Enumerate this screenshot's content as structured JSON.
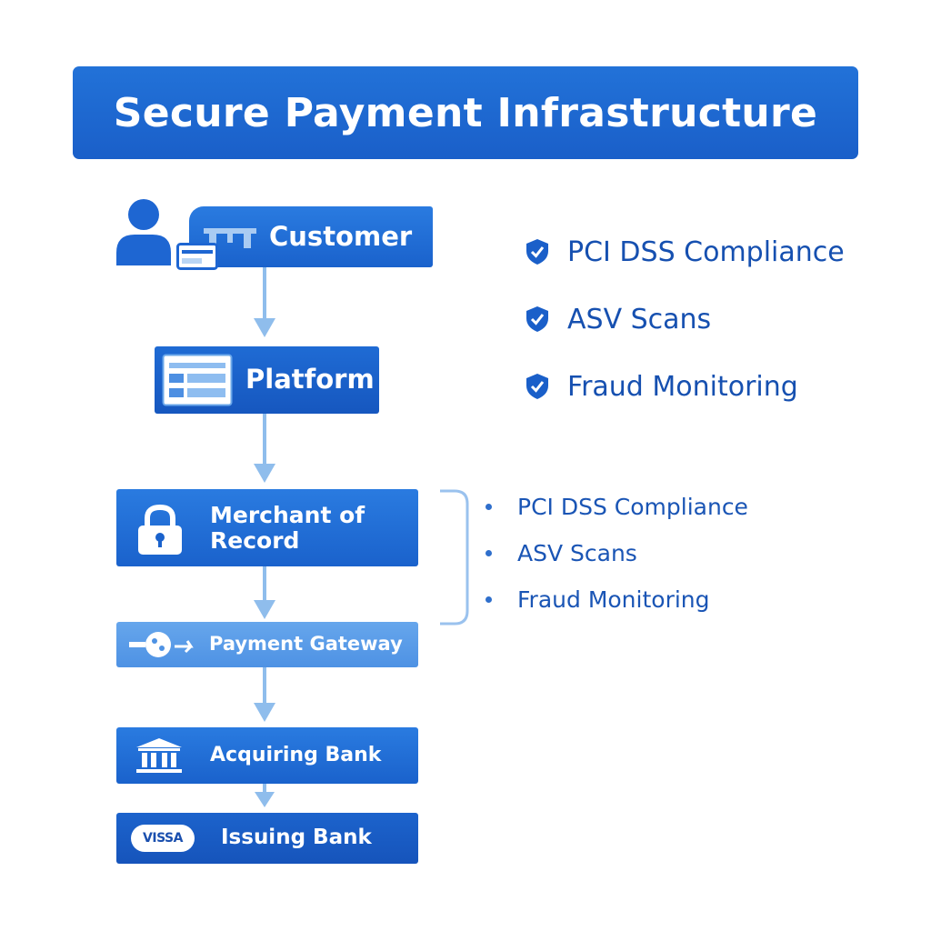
{
  "title": "Secure Payment Infrastructure",
  "nodes": {
    "customer": "Customer",
    "platform": "Platform",
    "merchant_line1": "Merchant of",
    "merchant_line2": "Record",
    "gateway": "Payment Gateway",
    "acquiring": "Acquiring Bank",
    "issuing": "Issuing Bank",
    "card_logo": "VISSA"
  },
  "checklist": [
    "PCI DSS Compliance",
    "ASV Scans",
    "Fraud Monitoring"
  ],
  "merchant_details": [
    "PCI DSS Compliance",
    "ASV Scans",
    "Fraud Monitoring"
  ],
  "colors": {
    "primary": "#1a62cc",
    "accent_light": "#4e92e4",
    "arrow": "#8fbdec",
    "text_blue": "#1650b0"
  },
  "icons": {
    "customer": "person-icon",
    "payment_card": "card-icon",
    "platform": "browser-window-icon",
    "merchant": "lock-icon",
    "gateway": "key-icon",
    "acquiring": "bank-icon",
    "issuing": "card-logo-icon",
    "check": "shield-check-icon"
  }
}
